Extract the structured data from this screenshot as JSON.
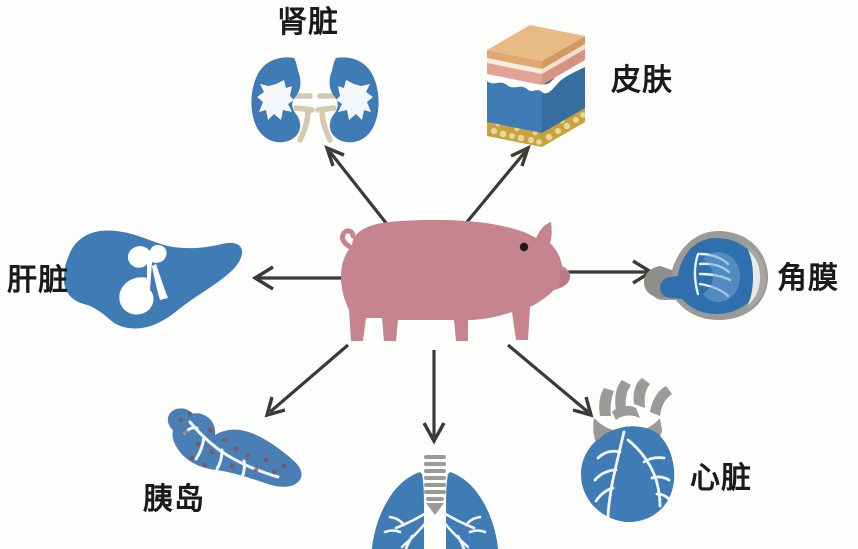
{
  "figure": {
    "title": "Pig organ xenotransplantation diagram",
    "center_subject": "pig",
    "background_color": "#fdfdfc",
    "organ_blue": "#3f7cb5",
    "organ_gray": "#9a9a97",
    "pig_pink": "#c5848f",
    "arrow_color": "#3a3a3a",
    "text_color": "#1a1a1a"
  },
  "labels": {
    "kidney": "肾脏",
    "skin": "皮肤",
    "liver": "肝脏",
    "cornea": "角膜",
    "islet": "胰岛",
    "heart": "心脏",
    "lung": ""
  },
  "organs": [
    {
      "id": "kidney",
      "label": "肾脏",
      "position": "top-center-left",
      "colors": [
        "#3f7cb5",
        "#ffffff",
        "#d8cbb4"
      ]
    },
    {
      "id": "skin",
      "label": "皮肤",
      "position": "top-right",
      "colors": [
        "#e0b183",
        "#e8b4a4",
        "#ffffff",
        "#3f7cb5",
        "#c9a23c"
      ]
    },
    {
      "id": "liver",
      "label": "肝脏",
      "position": "middle-left",
      "colors": [
        "#3f7cb5",
        "#ffffff"
      ]
    },
    {
      "id": "cornea",
      "label": "角膜",
      "position": "middle-right",
      "colors": [
        "#2e6fae",
        "#9a9a97",
        "#ffffff"
      ]
    },
    {
      "id": "islet",
      "label": "胰岛",
      "position": "bottom-left",
      "colors": [
        "#4a7fb5",
        "#8c4a4a",
        "#ffffff"
      ]
    },
    {
      "id": "lung",
      "label": "",
      "position": "bottom-center",
      "colors": [
        "#3f7cb5",
        "#9a9a97",
        "#ffffff"
      ]
    },
    {
      "id": "heart",
      "label": "心脏",
      "position": "bottom-right",
      "colors": [
        "#3f7cb5",
        "#9a9a97",
        "#ffffff"
      ]
    }
  ],
  "arrows": [
    {
      "id": "arrow-to-kidney",
      "from": "pig",
      "to": "kidney",
      "direction": "up-left"
    },
    {
      "id": "arrow-to-skin",
      "from": "pig",
      "to": "skin",
      "direction": "up-right"
    },
    {
      "id": "arrow-to-liver",
      "from": "pig",
      "to": "liver",
      "direction": "left"
    },
    {
      "id": "arrow-to-cornea",
      "from": "pig",
      "to": "cornea",
      "direction": "right"
    },
    {
      "id": "arrow-to-islet",
      "from": "pig",
      "to": "islet",
      "direction": "down-left"
    },
    {
      "id": "arrow-to-lung",
      "from": "pig",
      "to": "lung",
      "direction": "down"
    },
    {
      "id": "arrow-to-heart",
      "from": "pig",
      "to": "heart",
      "direction": "down-right"
    }
  ]
}
